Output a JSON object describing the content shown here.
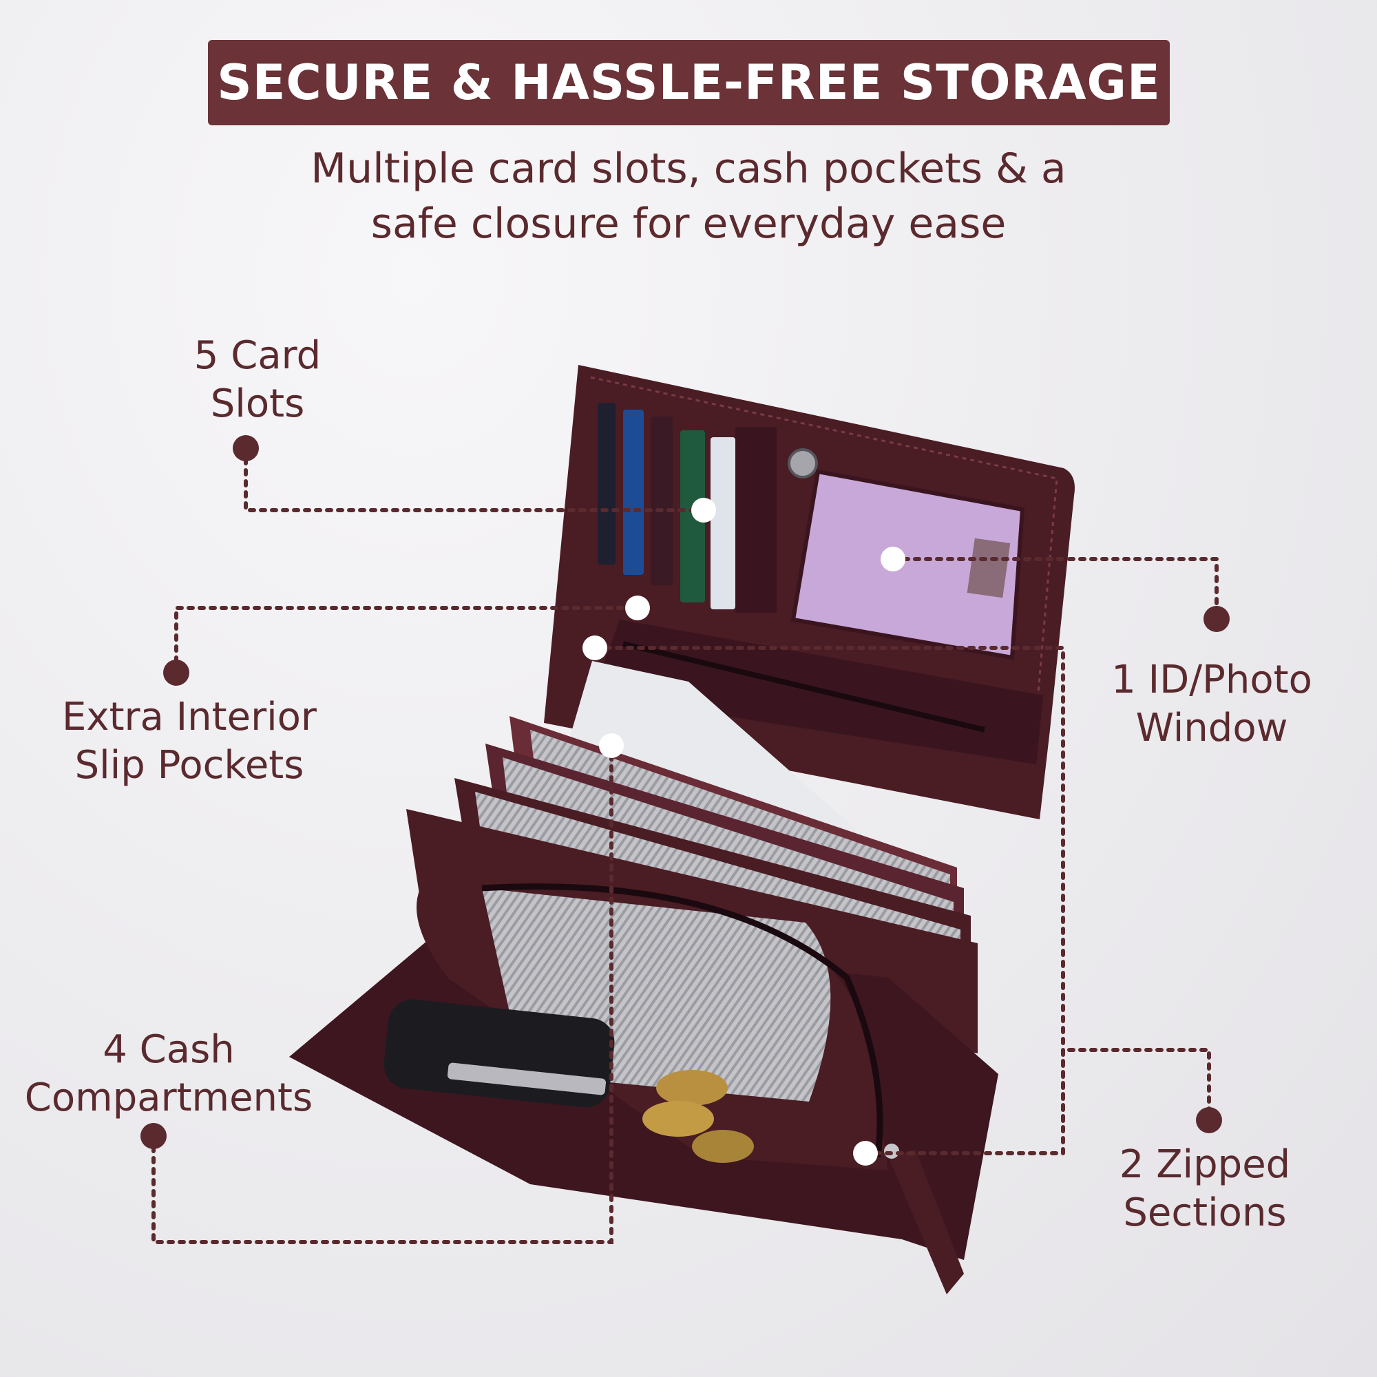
{
  "header": {
    "title": "SECURE & HASSLE-FREE STORAGE",
    "subtitle_line1": "Multiple card slots, cash pockets & a",
    "subtitle_line2": "safe closure for everyday ease"
  },
  "callouts": {
    "card_slots": {
      "line1": "5 Card",
      "line2": "Slots"
    },
    "id_window": {
      "line1": "1 ID/Photo",
      "line2": "Window"
    },
    "slip_pockets": {
      "line1": "Extra Interior",
      "line2": "Slip Pockets"
    },
    "cash_compartments": {
      "line1": "4 Cash",
      "line2": "Compartments"
    },
    "zipped_sections": {
      "line1": "2 Zipped",
      "line2": "Sections"
    }
  },
  "colors": {
    "brand": "#6b3337",
    "text": "#5a2a2e",
    "leather": "#4a1c24",
    "leather_dark": "#33121a",
    "leather_light": "#6a2c36",
    "lining": "#b9b9be",
    "id_card": "#c8a8d8",
    "dot": "#5a2a2e"
  },
  "icons": {
    "product": "wallet-illustration",
    "connector": "dotted-leader-line"
  }
}
